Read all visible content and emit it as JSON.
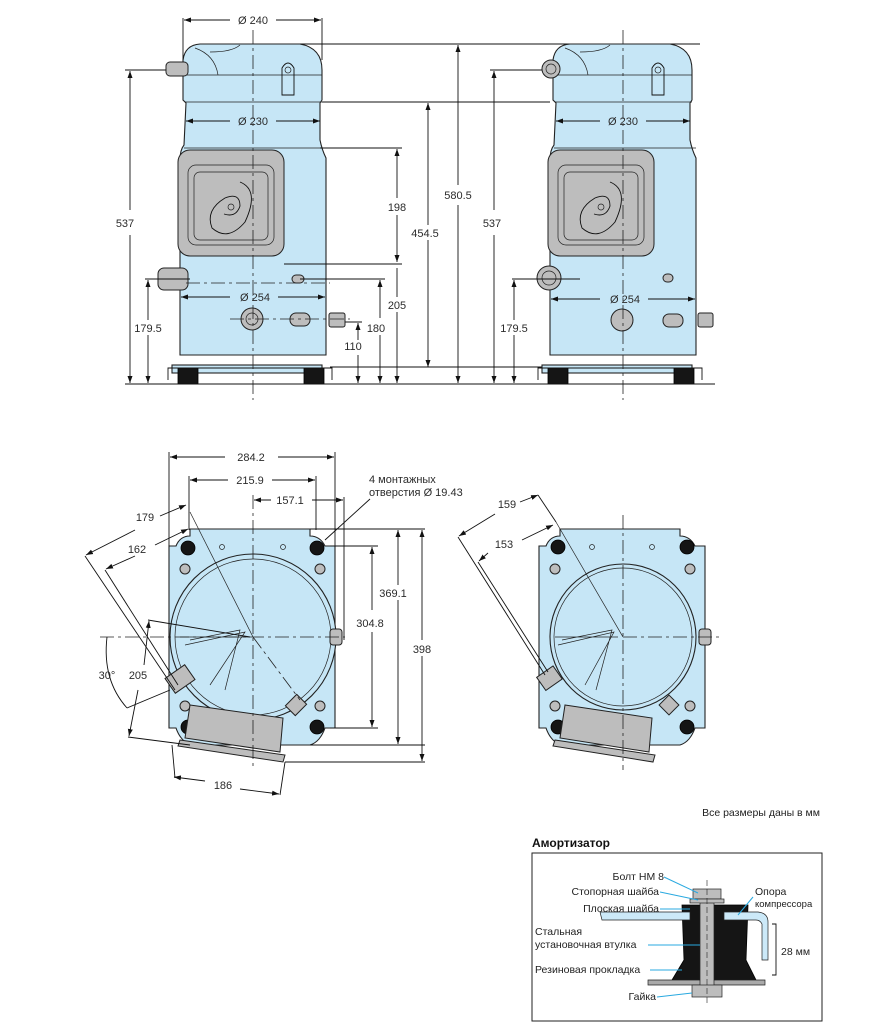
{
  "units_note": "Все размеры даны в мм",
  "colors": {
    "body": "#c6e6f6",
    "cover": "#bdbdbd",
    "leader": "#29a9e0",
    "dark": "#151515"
  },
  "side_views": {
    "left": {
      "diameter_top": "Ø 240",
      "diameter_mid": "Ø 230",
      "diameter_low": "Ø 254",
      "height_suction": "537",
      "height_total": "580.5",
      "height_shell": "454.5",
      "height_cover": "198",
      "height_205": "205",
      "height_discharge": "179.5",
      "height_180": "180",
      "height_110": "110"
    },
    "right": {
      "diameter_mid": "Ø 230",
      "diameter_low": "Ø 254",
      "height_suction": "537",
      "height_discharge": "179.5"
    }
  },
  "top_views": {
    "left": {
      "width_total": "284.2",
      "width_holes": "215.9",
      "width_center": "157.1",
      "holes_note_line1": "4 монтажных",
      "holes_note_line2": "отверстия Ø 19.43",
      "radius_179": "179",
      "radius_162": "162",
      "angle": "30°",
      "radius_205": "205",
      "height_369": "369.1",
      "height_304": "304.8",
      "height_398": "398",
      "box_width": "186"
    },
    "right": {
      "radius_159": "159",
      "radius_153": "153"
    }
  },
  "shock_absorber": {
    "title": "Амортизатор",
    "labels": {
      "bolt": "Болт HM 8",
      "lock_washer": "Стопорная шайба",
      "flat_washer": "Плоская шайба",
      "sleeve_line1": "Стальная",
      "sleeve_line2": "установочная втулка",
      "rubber": "Резиновая прокладка",
      "nut": "Гайка",
      "support_line1": "Опора",
      "support_line2": "компрессора",
      "height": "28 мм"
    }
  }
}
